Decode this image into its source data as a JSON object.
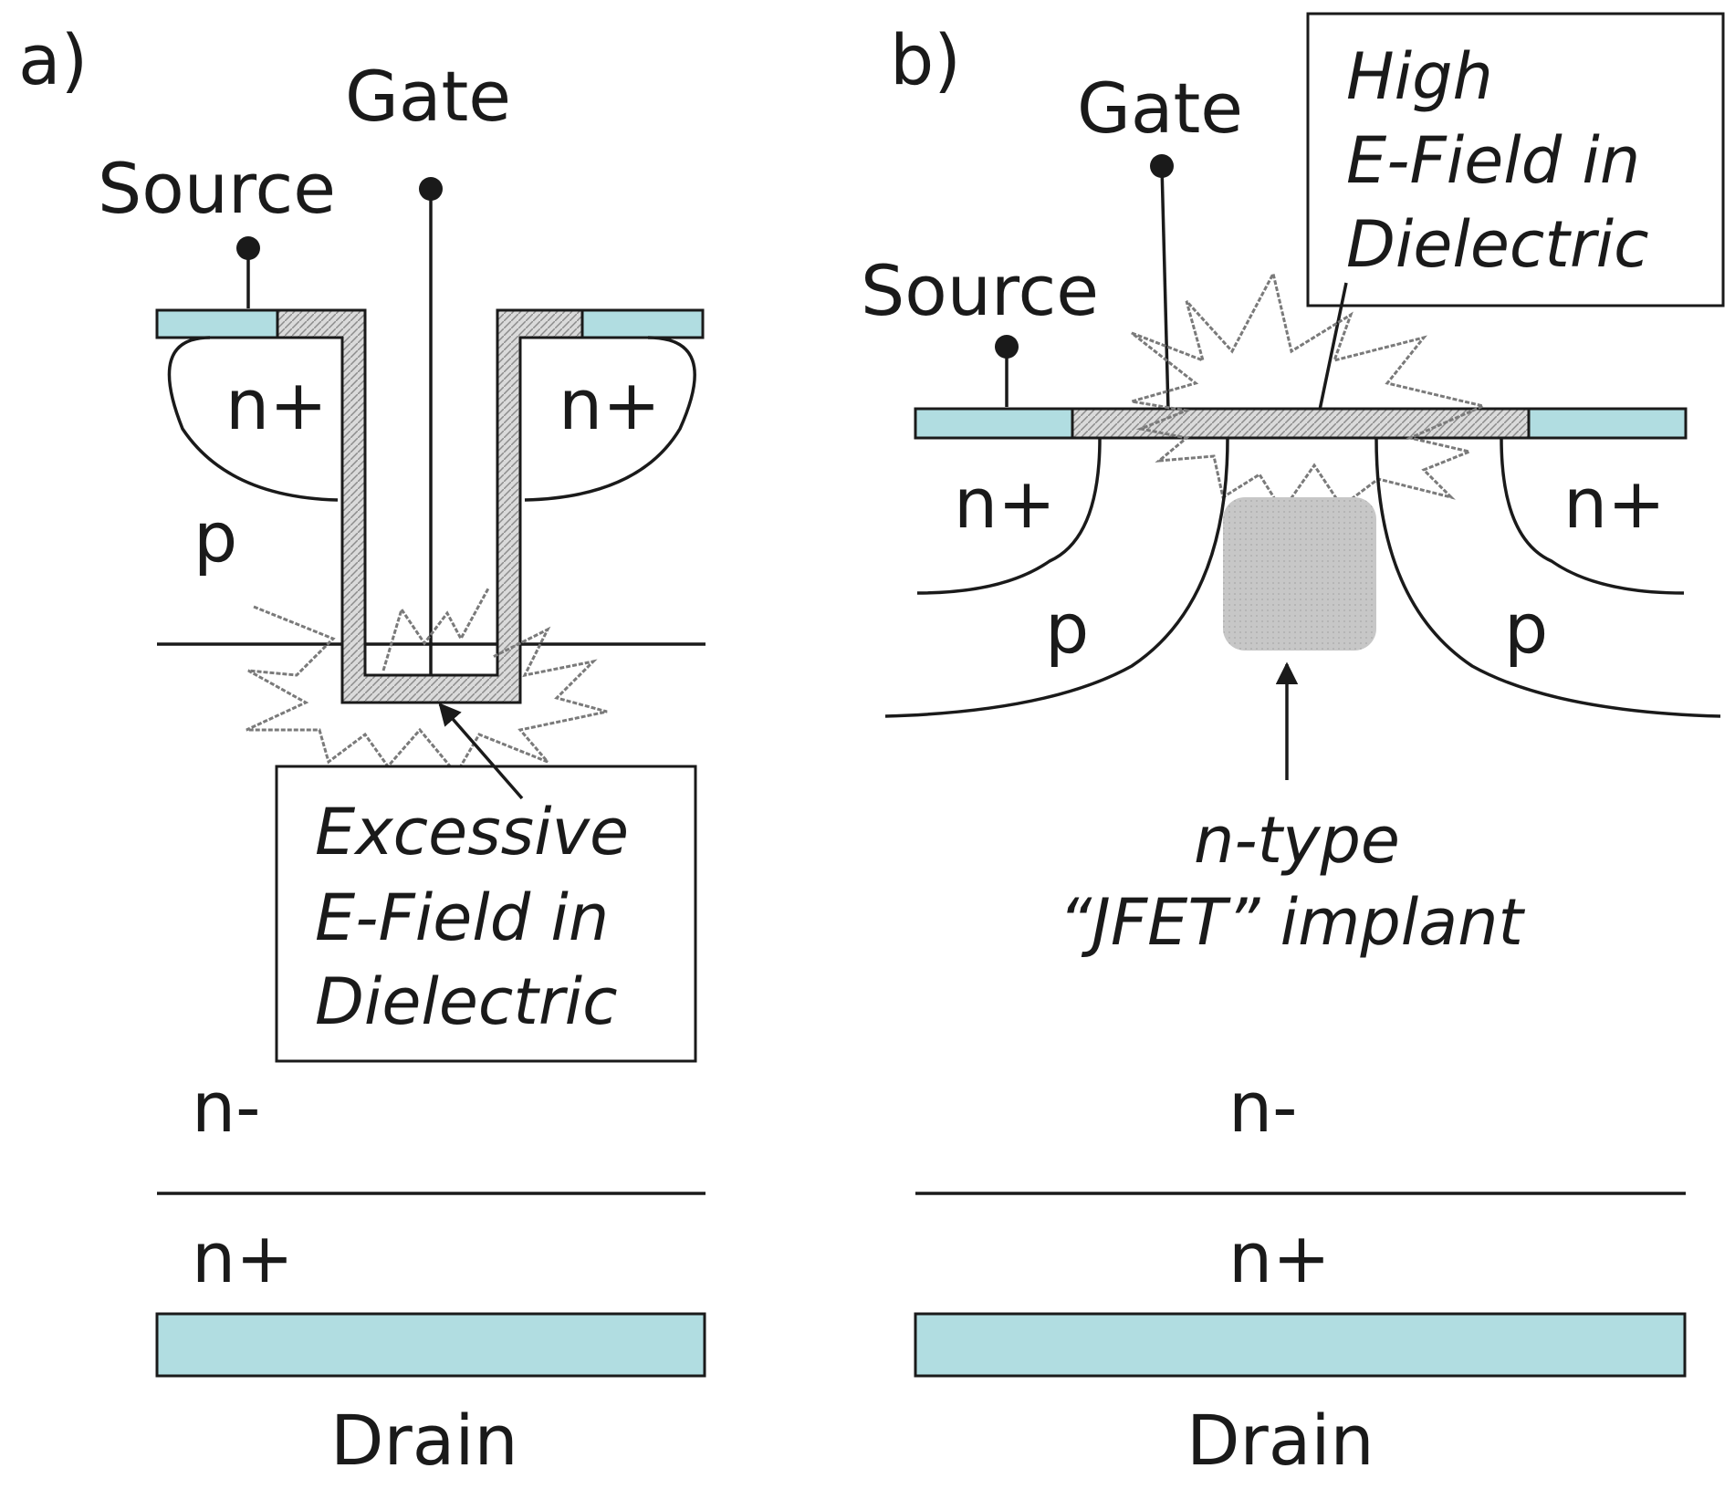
{
  "panels": [
    {
      "id": "a",
      "panel_label": "a)",
      "gate_label": "Gate",
      "source_label": "Source",
      "left_source_region": "n+",
      "right_source_region": "n+",
      "body_label": "p",
      "drift_label": "n-",
      "substrate_label": "n+",
      "drain_label": "Drain",
      "callout_lines": [
        "Excessive",
        "E-Field in",
        "Dielectric"
      ]
    },
    {
      "id": "b",
      "panel_label": "b)",
      "gate_label": "Gate",
      "source_label": "Source",
      "left_source_region": "n+",
      "right_source_region": "n+",
      "left_body_label": "p",
      "right_body_label": "p",
      "drift_label": "n-",
      "substrate_label": "n+",
      "drain_label": "Drain",
      "callout_lines": [
        "High",
        "E-Field in",
        "Dielectric"
      ],
      "implant_lines": [
        "n-type",
        "“JFET” implant"
      ]
    }
  ],
  "colors": {
    "metal": "#b1dde1",
    "oxide_hatch": "#bdbdbd",
    "implant": "#c7c7c7",
    "line": "#1a1a1a"
  }
}
